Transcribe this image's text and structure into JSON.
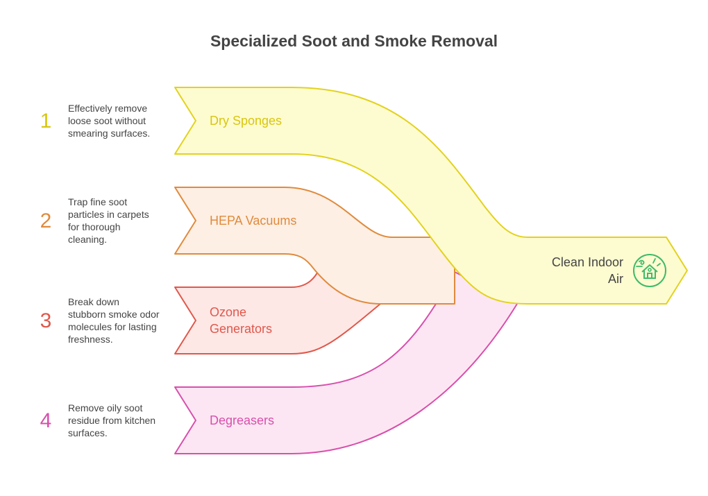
{
  "title": "Specialized Soot and Smoke Removal",
  "target": {
    "label": "Clean Indoor Air",
    "icon": "house-clean-air-icon"
  },
  "items": [
    {
      "number": "1",
      "label": "Dry Sponges",
      "description": "Effectively remove loose soot without smearing surfaces.",
      "fill": "#fdfbd0",
      "stroke": "#e2d21d",
      "text_color": "#d9c60f"
    },
    {
      "number": "2",
      "label": "HEPA Vacuums",
      "description": "Trap fine soot particles in carpets for thorough cleaning.",
      "fill": "#fdefe4",
      "stroke": "#e08a3c",
      "text_color": "#e08a3c"
    },
    {
      "number": "3",
      "label": "Ozone Generators",
      "description": "Break down stubborn smoke odor molecules for lasting freshness.",
      "fill": "#fde8e6",
      "stroke": "#e0574a",
      "text_color": "#e0574a"
    },
    {
      "number": "4",
      "label": "Degreasers",
      "description": "Remove oily soot residue from kitchen surfaces.",
      "fill": "#fce6f4",
      "stroke": "#d84fab",
      "text_color": "#d84fab"
    }
  ]
}
